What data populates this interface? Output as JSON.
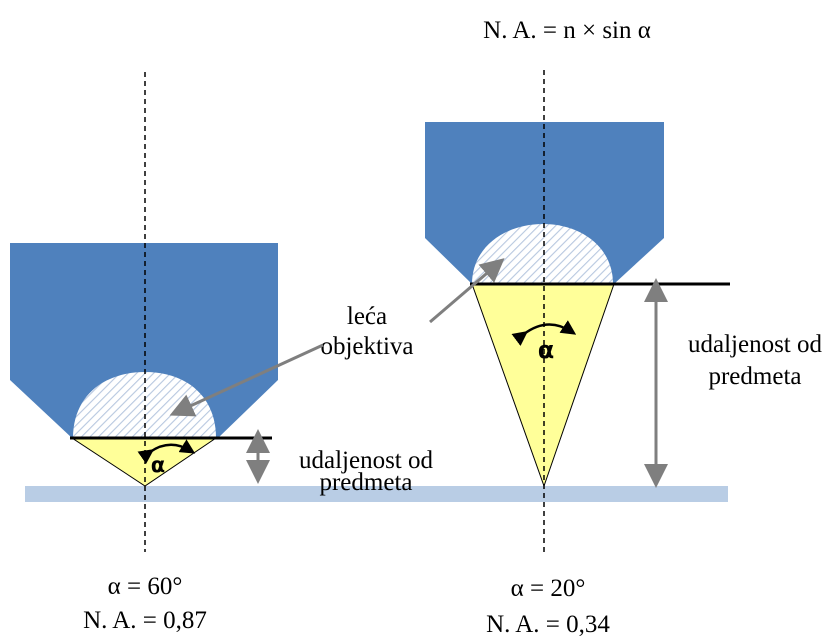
{
  "formula": "N. A. = n × sin α",
  "lens_label_line1": "leća",
  "lens_label_line2": "objektiva",
  "left_objective": {
    "distance_label_line1": "udaljenost od",
    "distance_label_line2": "predmeta",
    "angle_symbol": "α",
    "alpha_text": "α = 60°",
    "na_text": "N. A. = 0,87",
    "alpha_deg": 60,
    "numerical_aperture": 0.87
  },
  "right_objective": {
    "distance_label_line1": "udaljenost od",
    "distance_label_line2": "predmeta",
    "angle_symbol": "α",
    "alpha_text": "α = 20°",
    "na_text": "N. A. = 0,34",
    "alpha_deg": 20,
    "numerical_aperture": 0.34
  },
  "colors": {
    "objective_body": "#4f81bd",
    "cone_fill": "#ffff99",
    "specimen_slide": "#b9cde5",
    "lens_hatch": "#b8c8e0",
    "arrow_gray": "#7f7f7f"
  }
}
